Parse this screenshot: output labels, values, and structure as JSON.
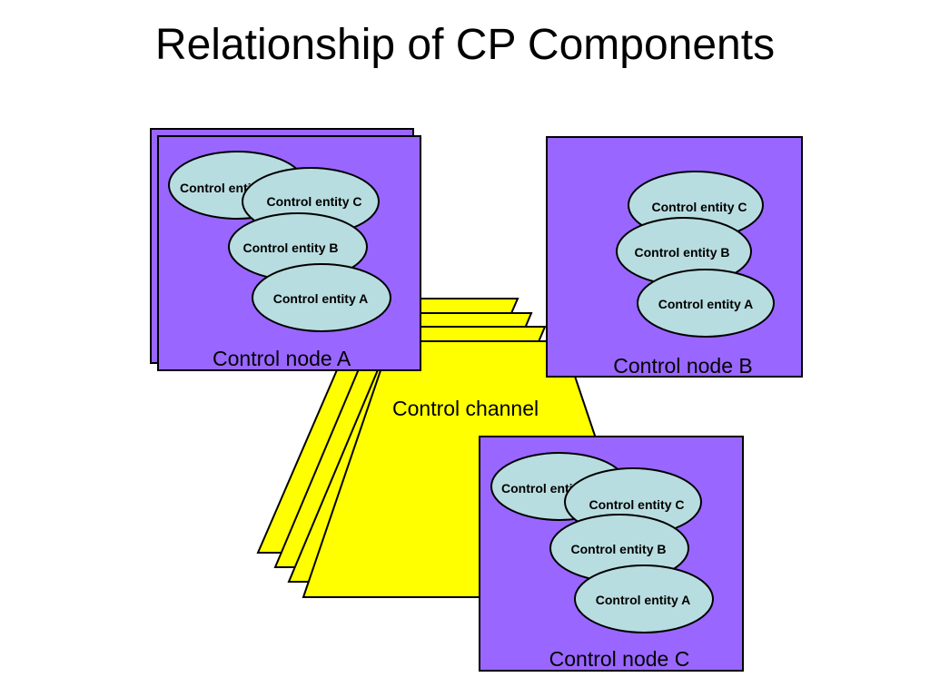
{
  "title": "Relationship of CP Components",
  "colors": {
    "node_fill": "#9966ff",
    "channel_fill": "#ffff00",
    "entity_fill": "#b8dde0",
    "outline": "#000000"
  },
  "channel": {
    "label": "Control channel"
  },
  "nodes": [
    {
      "label": "Control node A",
      "entities": [
        "Control entity",
        "Control entity C",
        "Control entity B",
        "Control entity A"
      ]
    },
    {
      "label": "Control node B",
      "entities": [
        "Control entity C",
        "Control entity B",
        "Control entity A"
      ]
    },
    {
      "label": "Control node C",
      "entities": [
        "Control entity",
        "Control entity C",
        "Control entity B",
        "Control entity A"
      ]
    }
  ]
}
